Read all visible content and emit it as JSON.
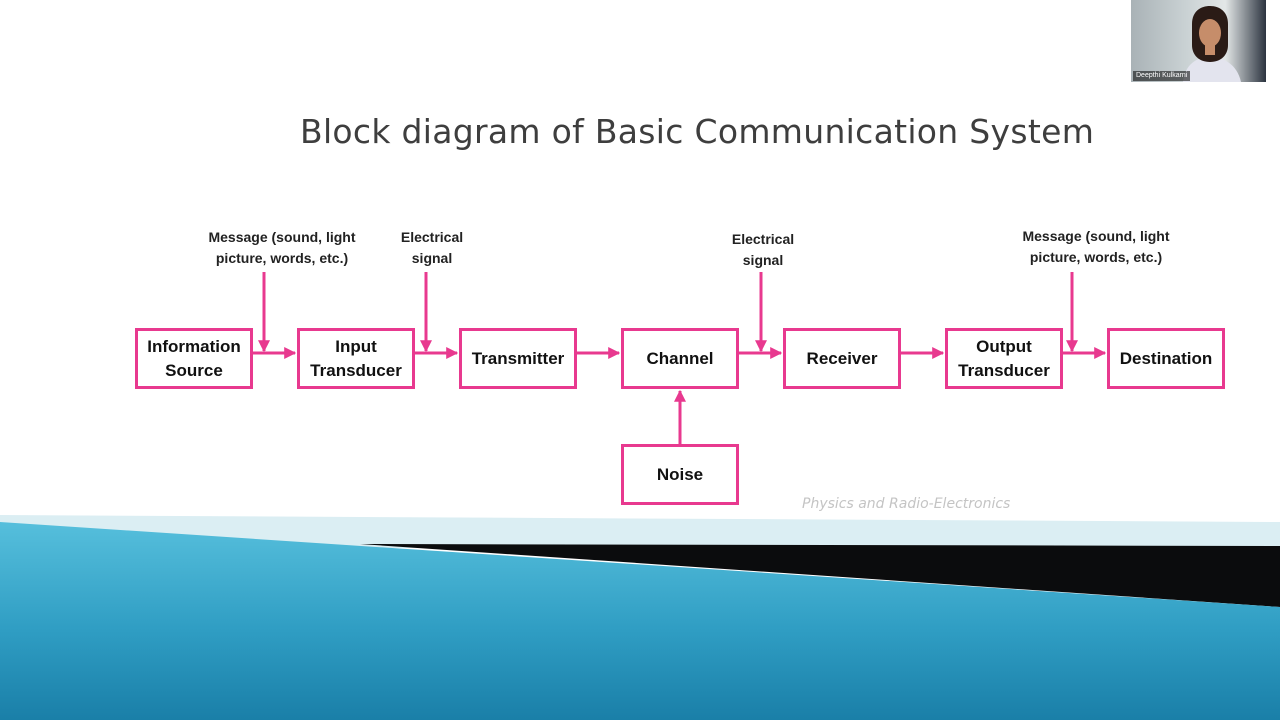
{
  "slide": {
    "title": "Block diagram of Basic Communication System",
    "watermark": "Physics and Radio-Electronics"
  },
  "diagram": {
    "blocks": {
      "information_source": [
        "Information",
        "Source"
      ],
      "input_transducer": [
        "Input",
        "Transducer"
      ],
      "transmitter": "Transmitter",
      "channel": "Channel",
      "receiver": "Receiver",
      "output_transducer": [
        "Output",
        "Transducer"
      ],
      "destination": "Destination",
      "noise": "Noise"
    },
    "labels": {
      "message_in": [
        "Message (sound, light",
        "picture, words, etc.)"
      ],
      "electrical_signal_tx": [
        "Electrical",
        "signal"
      ],
      "electrical_signal_rx": [
        "Electrical",
        "signal"
      ],
      "message_out": [
        "Message (sound, light",
        "picture, words, etc.)"
      ]
    },
    "colors": {
      "block_border": "#e8398f",
      "arrow": "#e8398f"
    }
  },
  "webcam": {
    "name": "Deepthi Kulkarni"
  }
}
